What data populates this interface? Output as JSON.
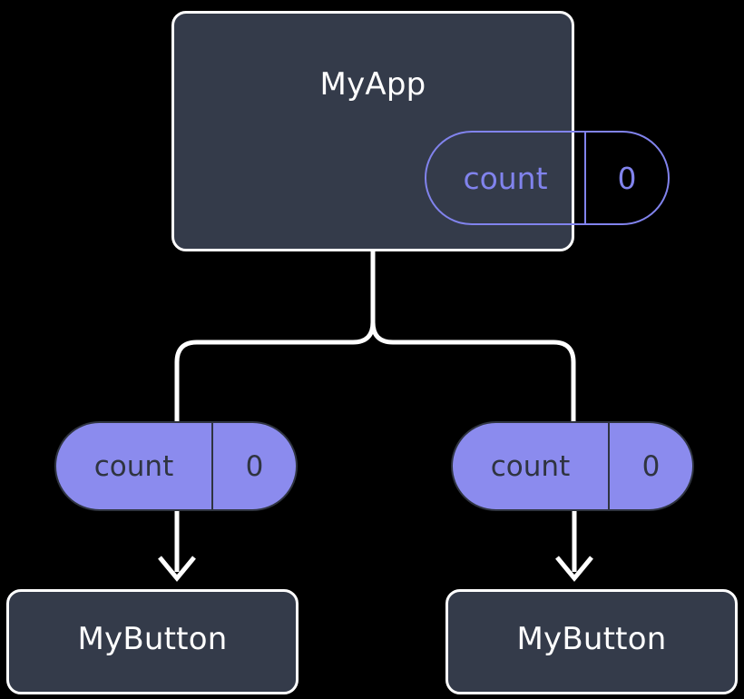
{
  "diagram": {
    "type": "component-state-tree",
    "title": "MyApp",
    "colors": {
      "background": "#000000",
      "component_fill": "#343b4a",
      "component_border": "#ffffff",
      "component_label": "#ffffff",
      "pill_accent": "#8183ed",
      "pill_fill": "#8b8bee",
      "pill_dark_text": "#2f3440",
      "connector": "#ffffff"
    },
    "root": {
      "name": "MyApp",
      "state": {
        "key": "count",
        "value": "0"
      }
    },
    "children": [
      {
        "id": "left",
        "prop": {
          "key": "count",
          "value": "0"
        },
        "component": "MyButton"
      },
      {
        "id": "right",
        "prop": {
          "key": "count",
          "value": "0"
        },
        "component": "MyButton"
      }
    ]
  }
}
